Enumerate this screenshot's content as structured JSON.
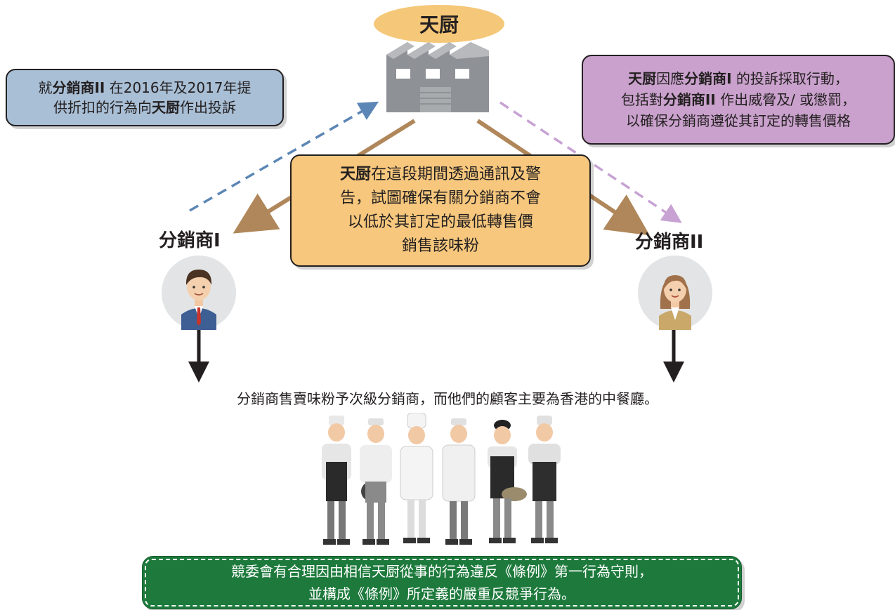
{
  "diagram": {
    "manufacturer": "天厨",
    "distributor_1": "分銷商I",
    "distributor_2": "分銷商II",
    "left_box": {
      "line1_prefix": "就",
      "line1_bold": "分銷商II",
      "line1_suffix": " 在2016年及2017年提",
      "line2_prefix": "供折扣的行為向",
      "line2_bold": "天厨",
      "line2_suffix": "作出投訴"
    },
    "right_box": {
      "line1_bold_a": "天厨",
      "line1_mid": "因應",
      "line1_bold_b": "分銷商I",
      "line1_suffix": " 的投訴採取行動，",
      "line2_prefix": "包括對",
      "line2_bold": "分銷商II",
      "line2_suffix": " 作出威脅及/ 或懲罰，",
      "line3": "以確保分銷商遵從其訂定的轉售價格"
    },
    "center_box": {
      "line1_bold": "天厨",
      "line1_suffix": "在這段期間透過通訊及警",
      "line2": "告，試圖確保有關分銷商不會",
      "line3": "以低於其訂定的最低轉售價",
      "line4": "銷售該味粉"
    },
    "sentence": "分銷商售賣味粉予次級分銷商，而他們的顧客主要為香港的中餐廳。",
    "conclusion": {
      "line1": "競委會有合理因由相信天厨從事的行為違反《條例》第一行為守則，",
      "line2": "並構成《條例》所定義的嚴重反競爭行為。"
    },
    "icons": {
      "factory": "factory-icon",
      "man": "businessman-avatar-icon",
      "woman": "businesswoman-avatar-icon",
      "chefs": "chefs-group-illustration"
    },
    "colors": {
      "title_oval": "#f5c778",
      "left_box": "#a9bfd6",
      "right_box": "#c9a1cc",
      "center_box": "#f6c77d",
      "conclusion_box": "#1d7a3c",
      "arrow_brown": "#b0875a",
      "arrow_blue_dashed": "#5b86b5",
      "arrow_purple_dashed": "#c7a2d3"
    }
  }
}
